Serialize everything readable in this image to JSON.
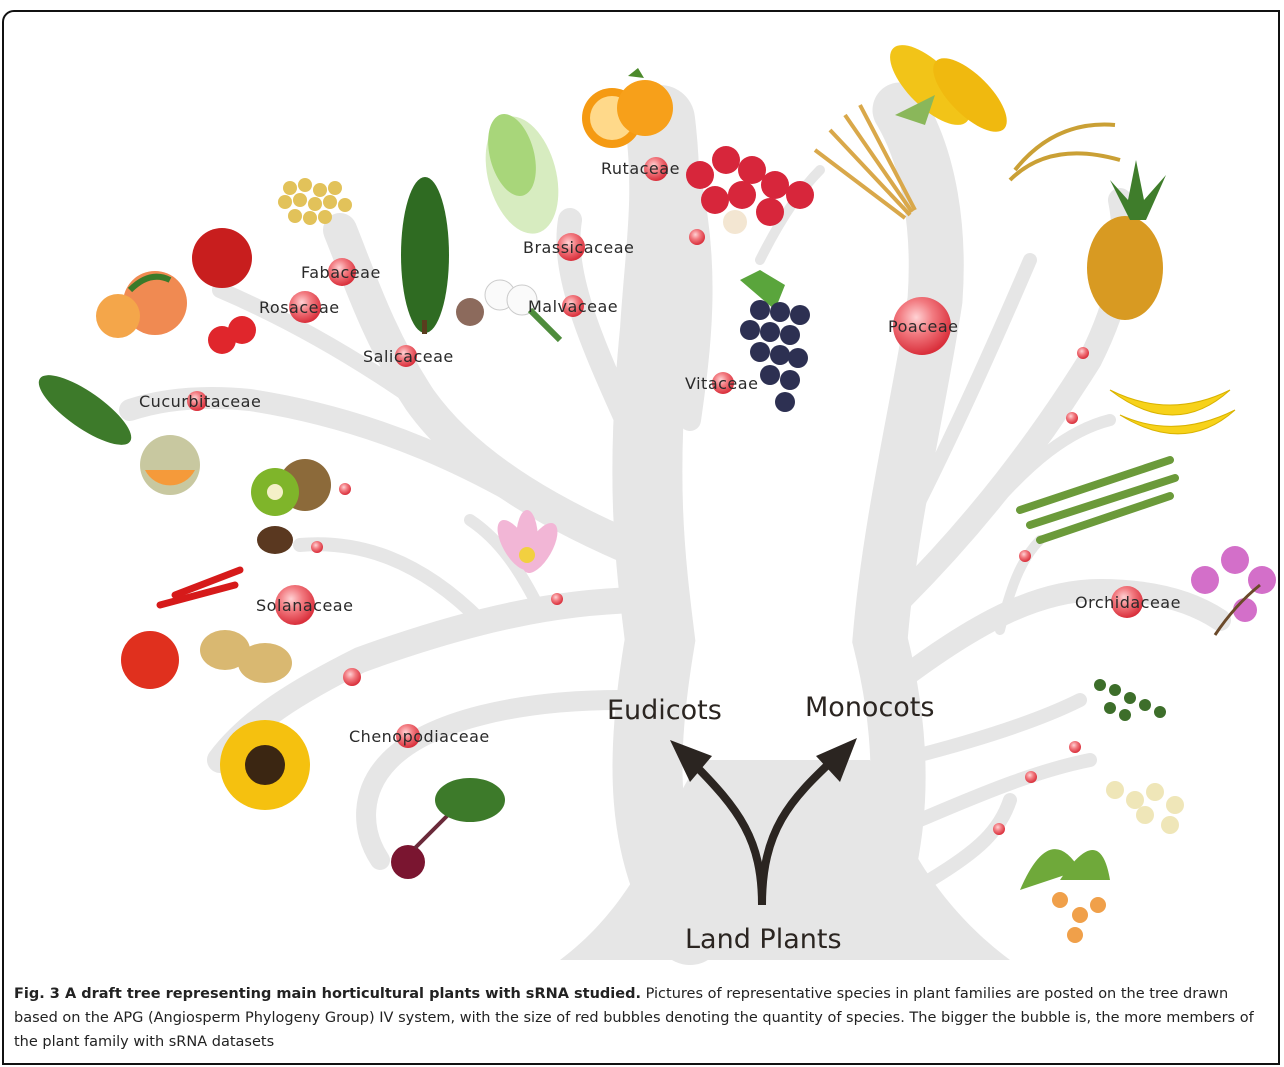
{
  "families": [
    {
      "id": "rutaceae",
      "label": "Rutaceae"
    },
    {
      "id": "brassicaceae",
      "label": "Brassicaceae"
    },
    {
      "id": "fabaceae",
      "label": "Fabaceae"
    },
    {
      "id": "rosaceae",
      "label": "Rosaceae"
    },
    {
      "id": "malvaceae",
      "label": "Malvaceae"
    },
    {
      "id": "salicaceae",
      "label": "Salicaceae"
    },
    {
      "id": "vitaceae",
      "label": "Vitaceae"
    },
    {
      "id": "poaceae",
      "label": "Poaceae"
    },
    {
      "id": "cucurbitaceae",
      "label": "Cucurbitaceae"
    },
    {
      "id": "solanaceae",
      "label": "Solanaceae"
    },
    {
      "id": "chenopodiaceae",
      "label": "Chenopodiaceae"
    },
    {
      "id": "orchidaceae",
      "label": "Orchidaceae"
    }
  ],
  "clades": {
    "eudicots": "Eudicots",
    "monocots": "Monocots",
    "root": "Land Plants"
  },
  "caption": {
    "title": "Fig. 3 A draft tree representing main horticultural plants with sRNA studied.",
    "body": " Pictures of representative species in plant families are posted on the tree drawn based on the APG (Angiosperm Phylogeny Group) IV system, with the size of red bubbles denoting the quantity of species. The bigger the bubble is, the more members of the plant family with sRNA datasets"
  },
  "colors": {
    "tree": "#e6e6e6",
    "bubble": "#e8454f",
    "arrow": "#2b2521"
  }
}
